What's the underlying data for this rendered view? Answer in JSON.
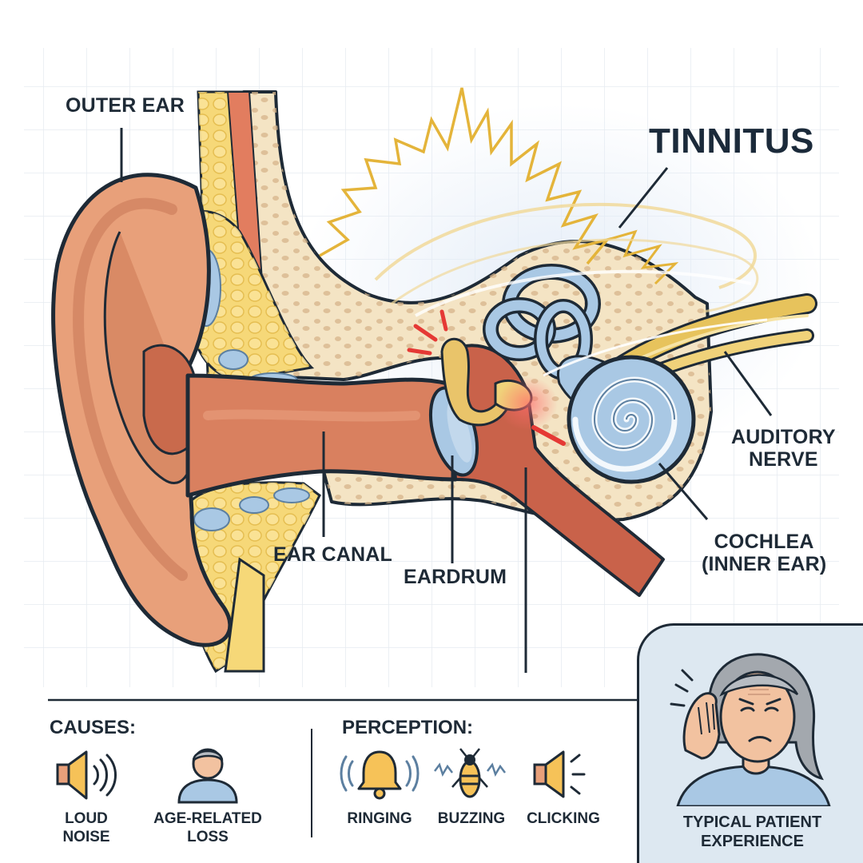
{
  "title": "TINNITUS",
  "labels": {
    "outer_ear": "OUTER EAR",
    "ear_canal": "EAR CANAL",
    "eardrum": "EARDRUM",
    "auditory_nerve": "AUDITORY\nNERVE",
    "cochlea": "COCHLEA\n(INNER EAR)"
  },
  "causes": {
    "heading": "CAUSES:",
    "items": [
      {
        "label": "LOUD\nNOISE",
        "icon": "speaker-icon"
      },
      {
        "label": "AGE-RELATED\nLOSS",
        "icon": "person-icon"
      }
    ]
  },
  "perception": {
    "heading": "PERCEPTION:",
    "items": [
      {
        "label": "RINGING",
        "icon": "bell-icon"
      },
      {
        "label": "BUZZING",
        "icon": "bee-icon"
      },
      {
        "label": "CLICKING",
        "icon": "clicking-speaker-icon"
      }
    ]
  },
  "patient": {
    "caption": "TYPICAL PATIENT\nEXPERIENCE",
    "icon": "distressed-patient-icon"
  },
  "colors": {
    "skin": "#e8a07a",
    "canal": "#c96a4c",
    "bone": "#f4e4c4",
    "fat": "#f6d878",
    "cochlea": "#a9c8e4",
    "nerve": "#e7c35c",
    "waves": "#e4b43a",
    "alert": "#e53935",
    "outline": "#1e2a36",
    "panel": "#dde8f1"
  }
}
